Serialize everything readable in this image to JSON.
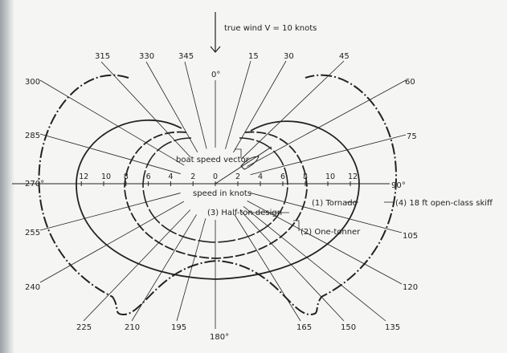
{
  "title": "true wind  V = 10 knots",
  "angles": {
    "a0": "0°",
    "a15": "15",
    "a30": "30",
    "a45": "45",
    "a60": "60",
    "a75": "75",
    "a90": "90°",
    "a105": "105",
    "a120": "120",
    "a135": "135",
    "a150": "150",
    "a165": "165",
    "a180": "180°",
    "a195": "195",
    "a210": "210",
    "a225": "225",
    "a240": "240",
    "a255": "255",
    "a270": "270°",
    "a285": "285",
    "a300": "300",
    "a315": "315",
    "a330": "330",
    "a345": "345"
  },
  "speed_ticks_right": [
    "2",
    "4",
    "6",
    "8",
    "10",
    "12"
  ],
  "speed_ticks_left": [
    "2",
    "4",
    "6",
    "8",
    "10",
    "12"
  ],
  "speed_tick_zero": "0",
  "labels": {
    "boat_speed_vector": "boat speed vector",
    "speed_in_knots": "speed in knots",
    "tornado": "(1) Tornado",
    "one_tonner": "(2) One-tonner",
    "half_ton": "(3) Half-ton design",
    "skiff": "(4)  18 ft open-class skiff"
  }
}
